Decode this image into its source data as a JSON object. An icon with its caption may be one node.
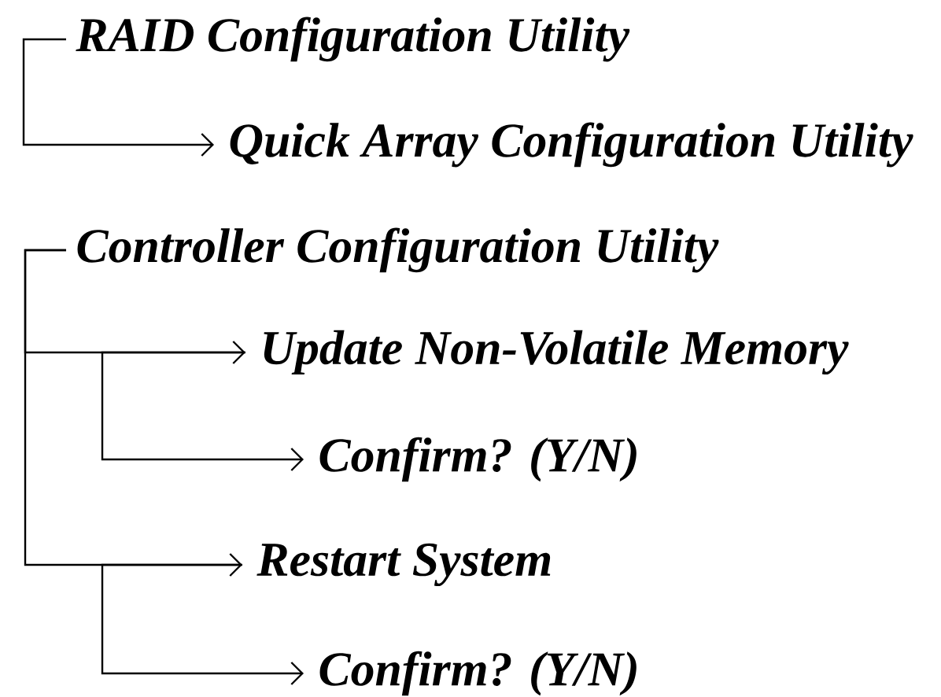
{
  "diagram": {
    "nodes": [
      {
        "text": [
          "RAID Configuration Utility"
        ]
      },
      {
        "text": [
          "Quick Array Configuration Utility"
        ]
      },
      {
        "text": [
          "Controller Configuration Utility"
        ]
      },
      {
        "text": [
          "Update Non-Volatile Memory"
        ]
      },
      {
        "text": [
          "Confirm? (Y/N)"
        ]
      },
      {
        "text": [
          "Restart System"
        ]
      },
      {
        "text": [
          "Confirm? (Y/N)"
        ]
      }
    ],
    "edges": [
      {
        "from": 0,
        "to": 1,
        "arrow": "to"
      },
      {
        "from": 2,
        "to": 3,
        "arrow": "to"
      },
      {
        "from": 3,
        "to": 4,
        "arrow": "to"
      },
      {
        "from": 2,
        "to": 5,
        "arrow": "to"
      },
      {
        "from": 5,
        "to": 6,
        "arrow": "to"
      }
    ]
  }
}
